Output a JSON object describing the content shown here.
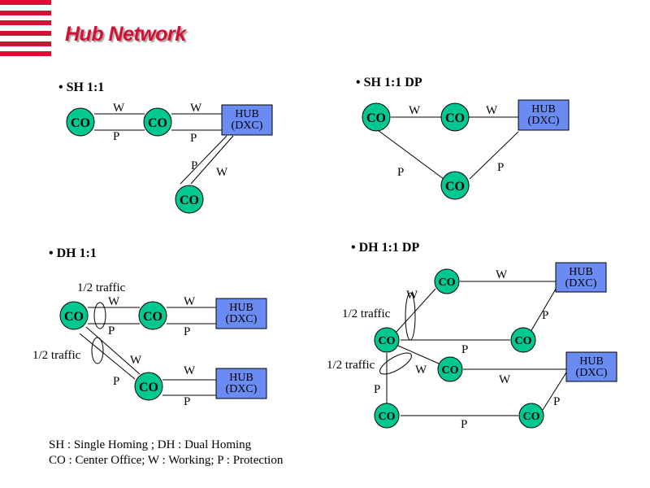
{
  "header": {
    "title": "Hub Network"
  },
  "colors": {
    "accent": "#d21034",
    "node_fill": "#00c890",
    "hub_fill": "#6a8cf2"
  },
  "node_label": "CO",
  "hub_label": [
    "HUB",
    "(DXC)"
  ],
  "link_labels": {
    "working": "W",
    "protection": "P",
    "traffic": "1/2 traffic"
  },
  "sections": [
    {
      "id": "sh-1-1",
      "title": "• SH  1:1"
    },
    {
      "id": "sh-1-1-dp",
      "title": "• SH  1:1  DP"
    },
    {
      "id": "dh-1-1",
      "title": "• DH  1:1"
    },
    {
      "id": "dh-1-1-dp",
      "title": "• DH  1:1  DP"
    }
  ],
  "legend": [
    "SH : Single Homing ; DH : Dual Homing",
    "CO : Center Office; W : Working; P : Protection"
  ]
}
